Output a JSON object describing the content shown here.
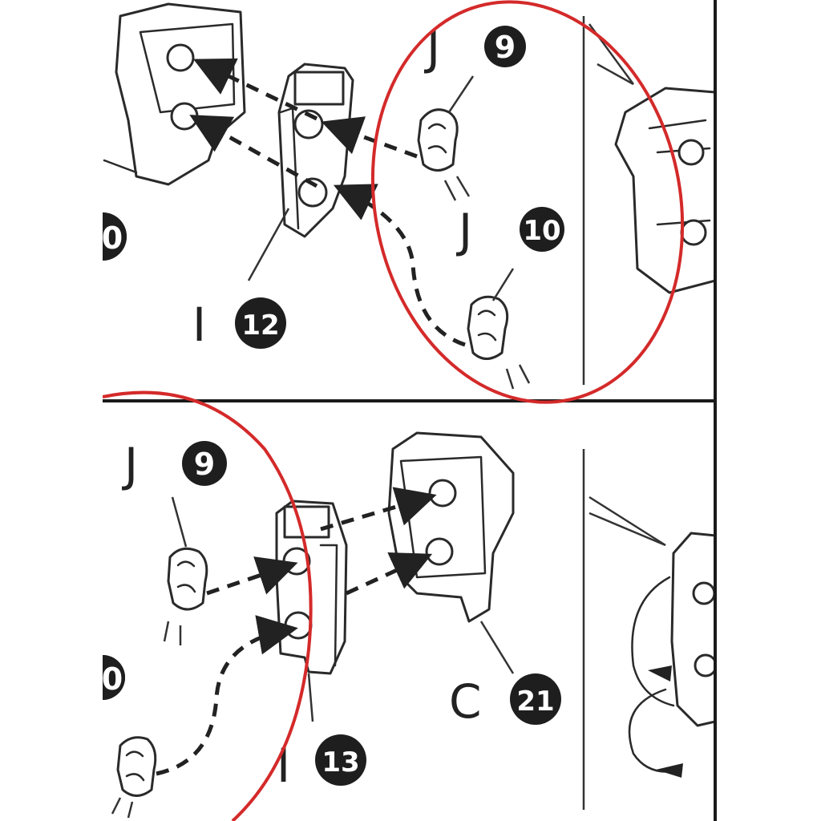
{
  "image": {
    "background": "#ffffff",
    "ink_color": "#222222",
    "highlight_color": "#d42a2a"
  },
  "top_panel": {
    "labels": [
      {
        "letter": "J",
        "number": "9"
      },
      {
        "letter": "J",
        "number": "10"
      },
      {
        "letter": "I",
        "number": "12"
      },
      {
        "letter": "",
        "number": "0"
      }
    ]
  },
  "bottom_panel": {
    "labels": [
      {
        "letter": "J",
        "number": "9"
      },
      {
        "letter": "C",
        "number": "21"
      },
      {
        "letter": "I",
        "number": "13"
      },
      {
        "letter": "",
        "number": "0"
      }
    ]
  }
}
